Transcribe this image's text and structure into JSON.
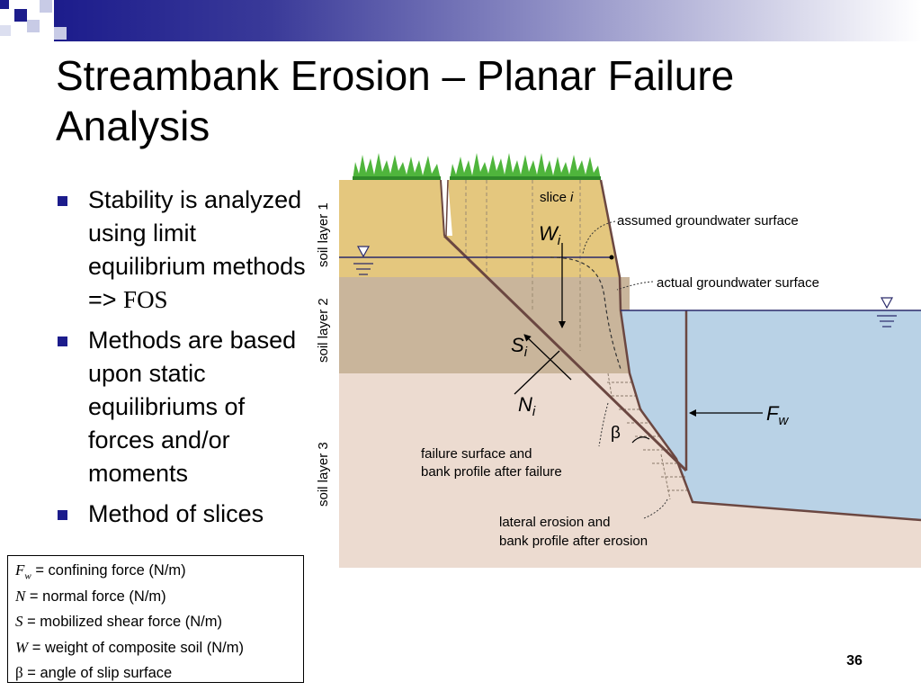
{
  "slide": {
    "title": "Streambank Erosion – Planar Failure Analysis",
    "page_number": "36",
    "accent_color": "#1c1c8c"
  },
  "bullets": [
    {
      "text": "Stability is analyzed using limit equilibrium methods => ",
      "emph": "FOS"
    },
    {
      "text": "Methods are based upon static equilibriums of forces and/or moments"
    },
    {
      "text": "Method of slices"
    }
  ],
  "diagram": {
    "labels": {
      "soil_layer_1": "soil layer 1",
      "soil_layer_2": "soil layer 2",
      "soil_layer_3": "soil layer 3",
      "slice": "slice",
      "slice_i": "i",
      "assumed_gw": "assumed groundwater surface",
      "actual_gw": "actual groundwater surface",
      "W": "W",
      "W_sub": "i",
      "S": "S",
      "S_sub": "i",
      "N": "N",
      "N_sub": "i",
      "beta": "β",
      "F": "F",
      "F_sub": "w",
      "failure_line1": "failure surface and",
      "failure_line2": "bank profile after failure",
      "erosion_line1": "lateral erosion and",
      "erosion_line2": "bank profile after erosion"
    },
    "colors": {
      "soil_layer_1": "#e4c77e",
      "soil_layer_2": "#c9b59b",
      "soil_layer_3": "#ecdbd0",
      "water": "#b9d2e6",
      "bank_line": "#6b4741",
      "grass": "#4fb53c"
    }
  },
  "legend": [
    {
      "symbol": "F",
      "sub": "w",
      "desc": " = confining force (N/m)"
    },
    {
      "symbol": "N",
      "sub": "",
      "desc": " = normal force (N/m)"
    },
    {
      "symbol": "S",
      "sub": "",
      "desc": " = mobilized shear force (N/m)"
    },
    {
      "symbol": "W",
      "sub": "",
      "desc": " = weight of composite soil (N/m)"
    },
    {
      "symbol": "β",
      "sub": "",
      "desc": " = angle of slip surface",
      "plain": true
    }
  ]
}
